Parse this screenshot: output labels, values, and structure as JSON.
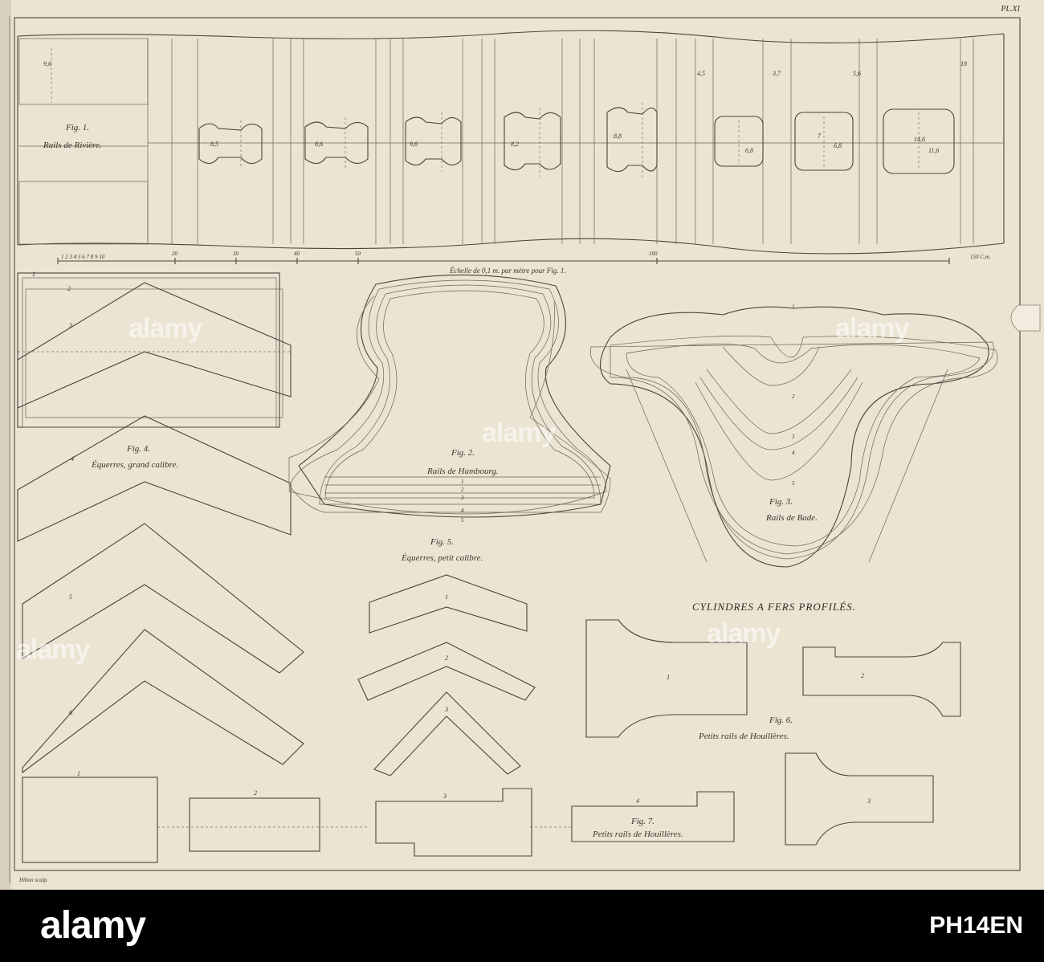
{
  "plate": {
    "plate_number": "PL.XI",
    "engraver": "Hibon sculp.",
    "main_title": "CYLINDRES A FERS PROFILÉS.",
    "paper_color": "#ebe4d3",
    "ink_color": "#4a443c"
  },
  "fig1": {
    "label": "Fig. 1.",
    "caption": "Rails de Rivière.",
    "scale_caption": "Échelle de 0,1 m. par mètre pour Fig. 1.",
    "scale_ticks": [
      "1 2 3 4 5 6 7 8 9 10",
      "20",
      "30",
      "40",
      "50",
      "100",
      "150 C.m."
    ],
    "dims": [
      "9,6",
      "8,5",
      "8,6",
      "9,6",
      "8,2",
      "8,8",
      "4,5",
      "3,7",
      "5,6",
      "6,8",
      "6,8",
      "7",
      "11,6",
      "18",
      "14,6"
    ]
  },
  "fig2": {
    "label": "Fig. 2.",
    "caption": "Rails de Hambourg.",
    "numbers": [
      "1",
      "2",
      "3",
      "4",
      "5"
    ]
  },
  "fig3": {
    "label": "Fig. 3.",
    "caption": "Rails de Bade.",
    "numbers": [
      "1",
      "2",
      "3",
      "4",
      "5"
    ]
  },
  "fig4": {
    "label": "Fig. 4.",
    "caption": "Équerres, grand calibre.",
    "numbers": [
      "1",
      "2",
      "3",
      "4",
      "5",
      "6"
    ]
  },
  "fig5": {
    "label": "Fig. 5.",
    "caption": "Équerres, petit calibre.",
    "numbers": [
      "1",
      "2",
      "3"
    ]
  },
  "fig6": {
    "label": "Fig. 6.",
    "caption": "Petits rails de Houillères.",
    "numbers": [
      "1",
      "2",
      "3"
    ]
  },
  "fig7": {
    "label": "Fig. 7.",
    "caption": "Petits rails de Houillères.",
    "numbers": [
      "1",
      "2",
      "3",
      "4"
    ]
  },
  "watermark": {
    "logo_text": "alamy",
    "image_id": "PH14EN"
  }
}
